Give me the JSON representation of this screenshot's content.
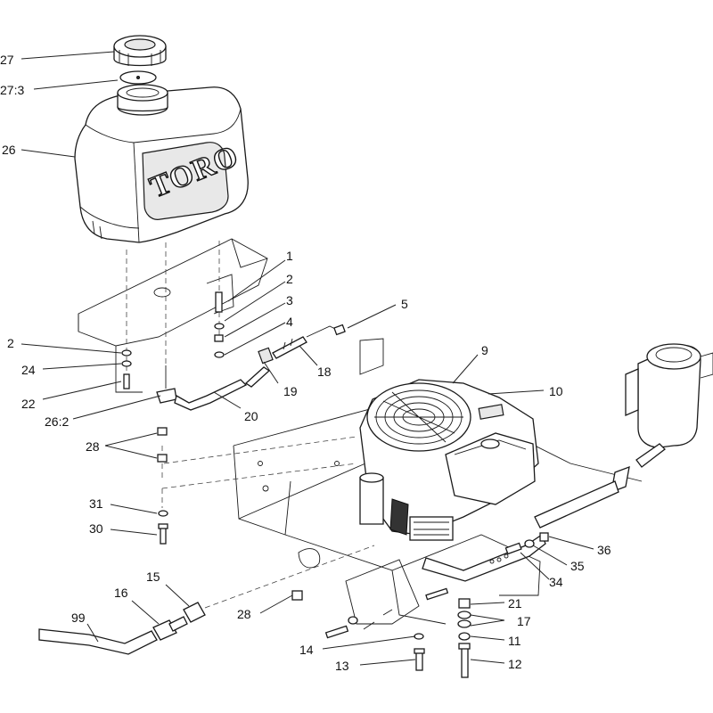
{
  "tank_logo": "TORO",
  "callouts": [
    {
      "id": "c27",
      "text": "27"
    },
    {
      "id": "c27_3",
      "text": "27:3"
    },
    {
      "id": "c26",
      "text": "26"
    },
    {
      "id": "c1",
      "text": "1"
    },
    {
      "id": "c2a",
      "text": "2"
    },
    {
      "id": "c3",
      "text": "3"
    },
    {
      "id": "c4",
      "text": "4"
    },
    {
      "id": "c5",
      "text": "5"
    },
    {
      "id": "c2b",
      "text": "2"
    },
    {
      "id": "c24",
      "text": "24"
    },
    {
      "id": "c22",
      "text": "22"
    },
    {
      "id": "c26_2",
      "text": "26:2"
    },
    {
      "id": "c18",
      "text": "18"
    },
    {
      "id": "c19",
      "text": "19"
    },
    {
      "id": "c20",
      "text": "20"
    },
    {
      "id": "c9",
      "text": "9"
    },
    {
      "id": "c10",
      "text": "10"
    },
    {
      "id": "c28a",
      "text": "28"
    },
    {
      "id": "c31",
      "text": "31"
    },
    {
      "id": "c30",
      "text": "30"
    },
    {
      "id": "c36",
      "text": "36"
    },
    {
      "id": "c35",
      "text": "35"
    },
    {
      "id": "c34",
      "text": "34"
    },
    {
      "id": "c15",
      "text": "15"
    },
    {
      "id": "c16",
      "text": "16"
    },
    {
      "id": "c99",
      "text": "99"
    },
    {
      "id": "c28b",
      "text": "28"
    },
    {
      "id": "c21",
      "text": "21"
    },
    {
      "id": "c17",
      "text": "17"
    },
    {
      "id": "c14",
      "text": "14"
    },
    {
      "id": "c11",
      "text": "11"
    },
    {
      "id": "c13",
      "text": "13"
    },
    {
      "id": "c12",
      "text": "12"
    }
  ]
}
